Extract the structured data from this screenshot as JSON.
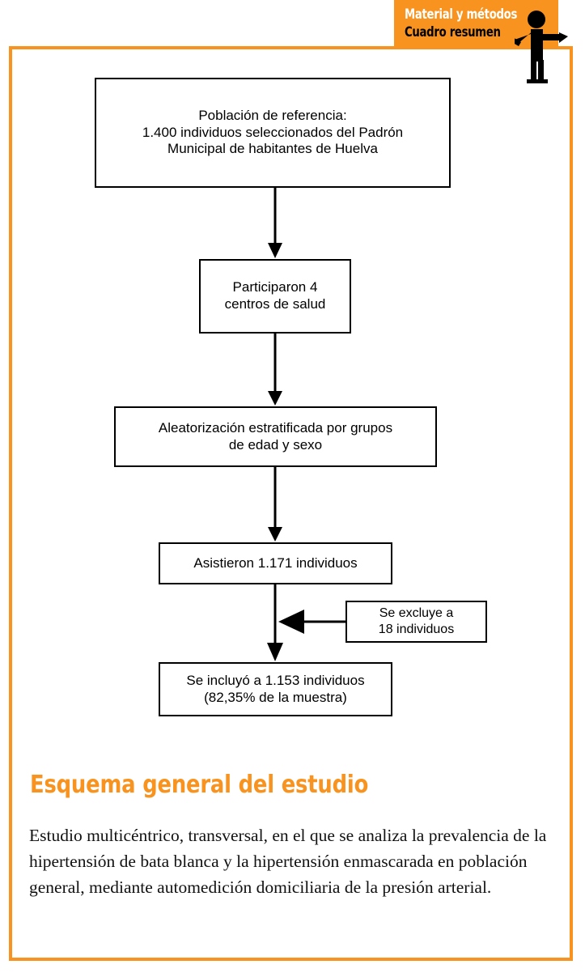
{
  "banner": {
    "line1": "Material y métodos",
    "line2": "Cuadro resumen",
    "bg_color": "#F7931E",
    "line1_color": "#FFFFFF",
    "line2_color": "#000000",
    "figure_icon": "presenter-with-pointer-icon"
  },
  "frame": {
    "border_color": "#F7931E"
  },
  "flow": {
    "nodes": [
      {
        "id": "poblacion",
        "lines": [
          "Población de referencia:",
          "1.400 individuos seleccionados del Padrón",
          "Municipal de habitantes de Huelva"
        ]
      },
      {
        "id": "centros",
        "lines": [
          "Participaron 4",
          "centros de salud"
        ]
      },
      {
        "id": "aleatorizacion",
        "lines": [
          "Aleatorización estratificada por grupos",
          "de edad y sexo"
        ]
      },
      {
        "id": "asistieron",
        "lines": [
          "Asistieron 1.171 individuos"
        ]
      },
      {
        "id": "excluye",
        "lines": [
          "Se excluye a",
          "18 individuos"
        ]
      },
      {
        "id": "incluyo",
        "lines": [
          "Se incluyó a 1.153 individuos",
          "(82,35% de la muestra)"
        ]
      }
    ],
    "connectors": [
      "arrow-poblacion-to-centros",
      "arrow-centros-to-aleatorizacion",
      "arrow-aleatorizacion-to-asistieron",
      "arrow-excluye-to-trunk",
      "arrow-asistieron-to-incluyo"
    ]
  },
  "headline": "Esquema general del estudio",
  "headline_color": "#F7931E",
  "paragraph": "Estudio multicéntrico, transversal, en el que se analiza la prevalencia de la hipertensión de bata blanca y la hipertensión enmascarada en población general, mediante automedición domiciliaria de la presión arterial."
}
